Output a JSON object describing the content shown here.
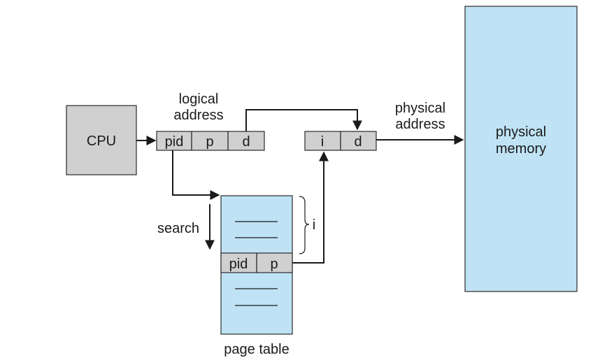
{
  "cpu": {
    "label": "CPU"
  },
  "logical_address": {
    "label_line1": "logical",
    "label_line2": "address",
    "fields": [
      "pid",
      "p",
      "d"
    ]
  },
  "physical_address": {
    "label_line1": "physical",
    "label_line2": "address",
    "fields": [
      "i",
      "d"
    ]
  },
  "physical_memory": {
    "label_line1": "physical",
    "label_line2": "memory"
  },
  "page_table": {
    "label": "page table",
    "entry_fields": [
      "pid",
      "p"
    ]
  },
  "search_label": "search",
  "index_label": "i",
  "colors": {
    "register_fill": "#d0d0d0",
    "table_fill": "#bfe3f5",
    "memory_fill": "#bfe3f5"
  }
}
